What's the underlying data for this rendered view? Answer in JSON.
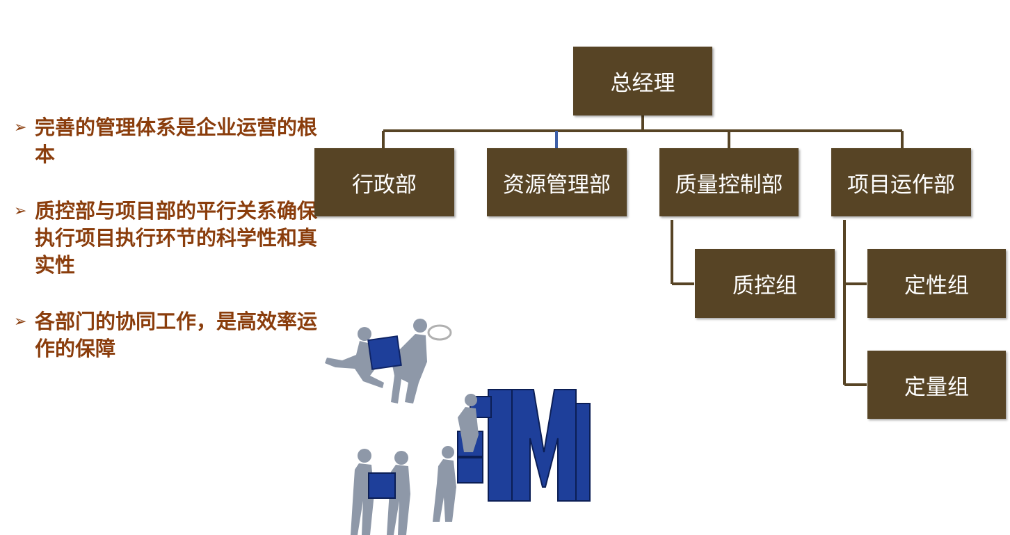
{
  "bullets": [
    "完善的管理体系是企业运营的根本",
    "质控部与项目部的平行关系确保执行项目执行环节的科学性和真实性",
    "各部门的协同工作，是高效率运作的保障"
  ],
  "org": {
    "root": "总经理",
    "departments": [
      "行政部",
      "资源管理部",
      "质量控制部",
      "项目运作部"
    ],
    "qc_groups": [
      "质控组"
    ],
    "project_groups": [
      "定性组",
      "定量组"
    ]
  },
  "colors": {
    "box": "#574425",
    "line": "#574425",
    "bullet_text": "#8a3d0c"
  },
  "icons": {
    "bullet": "arrow-right-icon",
    "illustration": "teamwork-figures-illustration"
  }
}
